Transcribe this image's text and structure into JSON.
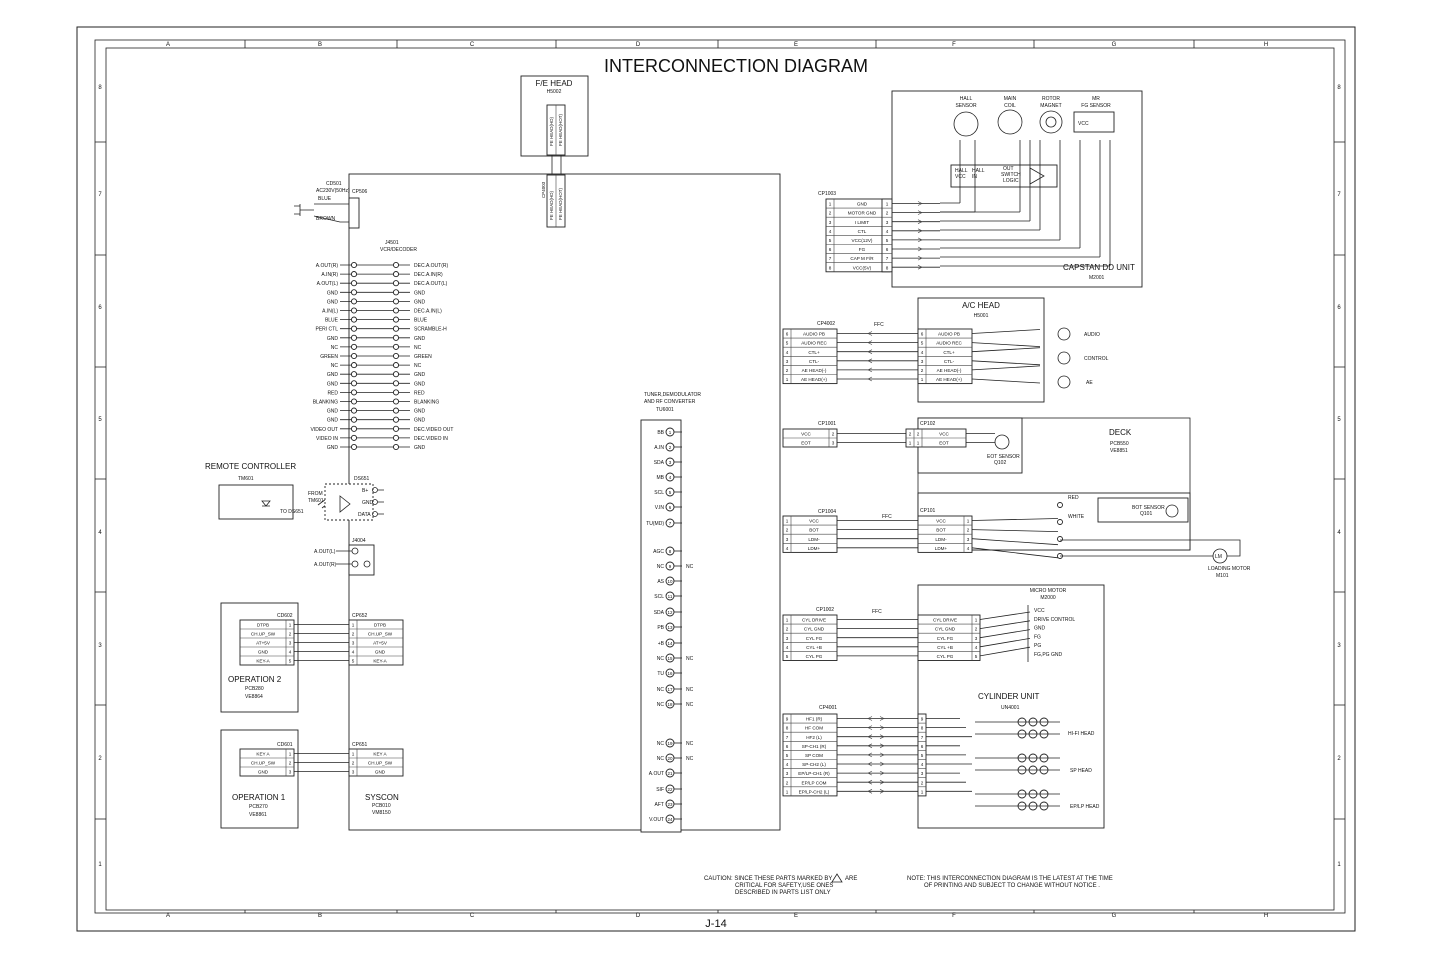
{
  "title": "INTERCONNECTION DIAGRAM",
  "page_label": "J-14",
  "grid": {
    "columns": [
      "A",
      "B",
      "C",
      "D",
      "E",
      "F",
      "G",
      "H"
    ],
    "rows": [
      "8",
      "7",
      "6",
      "5",
      "4",
      "3",
      "2",
      "1"
    ]
  },
  "fe_head": {
    "title": "F/E HEAD",
    "ref": "H5002",
    "pins": [
      "FE HEAD(HD)",
      "FE HEAD(HOT)"
    ]
  },
  "cp4003": {
    "label": "CP4003",
    "pins": [
      "FE HEAD(HD)",
      "FE HEAD(HOT)"
    ]
  },
  "cd501": {
    "label": "CD501",
    "spec": "AC230V(50Hz)",
    "wire1": "BLUE",
    "wire2": "BROWN",
    "connector": "CP506"
  },
  "j4501": {
    "label": "J4501",
    "sub": "VCR/DECODER",
    "left": [
      "A.OUT(R)",
      "A.IN(R)",
      "A.OUT(L)",
      "GND",
      "GND",
      "A.IN(L)",
      "BLUE",
      "PERI CTL",
      "GND",
      "NC",
      "GREEN",
      "NC",
      "GND",
      "GND",
      "RED",
      "BLANKING",
      "GND",
      "GND",
      "VIDEO OUT",
      "VIDEO IN",
      "GND"
    ],
    "right": [
      "DEC.A.OUT(R)",
      "DEC.A.IN(R)",
      "DEC.A.OUT(L)",
      "GND",
      "GND",
      "DEC.A.IN(L)",
      "BLUE",
      "SCRAMBLE-H",
      "GND",
      "NC",
      "GREEN",
      "NC",
      "GND",
      "GND",
      "RED",
      "BLANKING",
      "GND",
      "GND",
      "DEC.VIDEO OUT",
      "DEC.VIDEO IN",
      "GND"
    ]
  },
  "remote": {
    "title": "REMOTE CONTROLLER",
    "ref": "TM601",
    "from": "FROM",
    "from_ref": "TM601",
    "to": "TO DS651"
  },
  "ds651": {
    "label": "DS651",
    "pins": [
      "B+",
      "GND",
      "DATA"
    ]
  },
  "j4004": {
    "label": "J4004",
    "pins": [
      "A.OUT(L)",
      "A.OUT(R)"
    ]
  },
  "operation2": {
    "title": "OPERATION 2",
    "pcb": "PCB280",
    "ref": "VE8864",
    "conn": "CD602",
    "dest": "CP652",
    "pins": [
      "DTPB",
      "CH.UP_SW",
      "AT+5V",
      "GND",
      "KEY-A"
    ]
  },
  "operation1": {
    "title": "OPERATION 1",
    "pcb": "PCB270",
    "ref": "VE8861",
    "conn": "CD601",
    "dest": "CP651",
    "pins": [
      "KEY A",
      "CH.UP_SW",
      "GND"
    ]
  },
  "syscon": {
    "title": "SYSCON",
    "pcb": "PCB010",
    "ref": "VM8150"
  },
  "tuner": {
    "title1": "TUNER,DEMODULATOR",
    "title2": "AND RF CONVERTER",
    "ref": "TU6001",
    "pins": [
      {
        "n": "1",
        "l": "BB",
        "r": ""
      },
      {
        "n": "2",
        "l": "A.IN",
        "r": ""
      },
      {
        "n": "3",
        "l": "SDA",
        "r": ""
      },
      {
        "n": "4",
        "l": "MB",
        "r": ""
      },
      {
        "n": "5",
        "l": "SCL",
        "r": ""
      },
      {
        "n": "6",
        "l": "V.IN",
        "r": ""
      },
      {
        "n": "7",
        "l": "TU(MD)",
        "r": ""
      },
      {
        "n": "8",
        "l": "AGC",
        "r": ""
      },
      {
        "n": "9",
        "l": "NC",
        "r": "NC"
      },
      {
        "n": "10",
        "l": "AS",
        "r": ""
      },
      {
        "n": "11",
        "l": "SCL",
        "r": ""
      },
      {
        "n": "12",
        "l": "SDA",
        "r": ""
      },
      {
        "n": "13",
        "l": "PB",
        "r": ""
      },
      {
        "n": "14",
        "l": "+B",
        "r": ""
      },
      {
        "n": "15",
        "l": "NC",
        "r": "NC"
      },
      {
        "n": "16",
        "l": "TU",
        "r": ""
      },
      {
        "n": "17",
        "l": "NC",
        "r": "NC"
      },
      {
        "n": "18",
        "l": "NC",
        "r": "NC"
      },
      {
        "n": "19",
        "l": "NC",
        "r": "NC"
      },
      {
        "n": "20",
        "l": "NC",
        "r": "NC"
      },
      {
        "n": "21",
        "l": "A.OUT",
        "r": ""
      },
      {
        "n": "22",
        "l": "SIF",
        "r": ""
      },
      {
        "n": "23",
        "l": "AFT",
        "r": ""
      },
      {
        "n": "24",
        "l": "V.OUT",
        "r": ""
      }
    ]
  },
  "capstan": {
    "title": "CAPSTAN DD UNIT",
    "ref": "M2001",
    "conn": "CP1003",
    "top_labels": [
      "HALL SENSOR",
      "MAIN COIL",
      "ROTOR MAGNET",
      "MR FG SENSOR"
    ],
    "vcc": "VCC",
    "inner": [
      "HALL VCC",
      "HALL IN",
      "OUT SWITCH LOGIC"
    ],
    "pins": [
      "GND",
      "MOTOR GND",
      "I LIMIT",
      "CTL",
      "VCC(12V)",
      "FG",
      "CAP M F/R",
      "VCC(5V)"
    ]
  },
  "ac_head": {
    "title": "A/C HEAD",
    "ref": "H5001",
    "conn": "CP4002",
    "ffc": "FFC",
    "pins": [
      "AUDIO PB",
      "AUDIO REC",
      "CTL+",
      "CTL-",
      "AE HEAD(-)",
      "AE HEAD(+)"
    ],
    "heads": [
      "AUDIO",
      "CONTROL",
      "AE"
    ]
  },
  "deck": {
    "title": "DECK",
    "pcb": "PCB550",
    "ref": "VE8851",
    "cp1001": "CP1001",
    "cp102": "CP102",
    "pins": [
      "VCC",
      "EOT"
    ],
    "eot_sensor": "EOT SENSOR",
    "eot_ref": "Q102",
    "cp1004": "CP1004",
    "cp101": "CP101",
    "ffc": "FFC",
    "pins2": [
      "VCC",
      "BOT",
      "LDM-",
      "LDM+"
    ],
    "wires": [
      "RED",
      "WHITE"
    ],
    "bot_sensor": "BOT SENSOR",
    "bot_ref": "Q101",
    "lm": "LM",
    "loading_motor": "LOADING MOTOR",
    "lm_ref": "M101"
  },
  "cylinder": {
    "title": "CYLINDER UNIT",
    "ref": "UN4001",
    "micro_motor": "MICRO MOTOR",
    "mm_ref": "M2000",
    "mm_pins": [
      "VCC",
      "DRIVE CONTROL",
      "GND",
      "FG",
      "PG",
      "FG,PG GND"
    ],
    "cp1002": "CP1002",
    "ffc": "FFC",
    "pins": [
      "CYL DRIVE",
      "CYL GND",
      "CYL FG",
      "CYL +B",
      "CYL PG"
    ],
    "cp4001": "CP4001",
    "heads": [
      "HF1 (R)",
      "HF COM",
      "HF2 (L)",
      "SP-CH1 (R)",
      "SP COM",
      "SP-CH2 (L)",
      "EP/LP-CH1 (R)",
      "EP/LP COM",
      "EP/LP-CH2 (L)"
    ],
    "head_groups": [
      "HI-FI HEAD",
      "SP HEAD",
      "EP/LP HEAD"
    ]
  },
  "notes": {
    "caution_1": "CAUTION:  SINCE THESE PARTS MARKED BY",
    "caution_are": "ARE",
    "caution_2": "CRITICAL FOR SAFETY,USE ONES",
    "caution_3": "DESCRIBED IN PARTS LIST ONLY",
    "note_1": "NOTE: THIS INTERCONNECTION DIAGRAM IS THE LATEST AT   THE TIME",
    "note_2": "OF PRINTING AND SUBJECT TO CHANGE WITHOUT NOTICE ."
  }
}
